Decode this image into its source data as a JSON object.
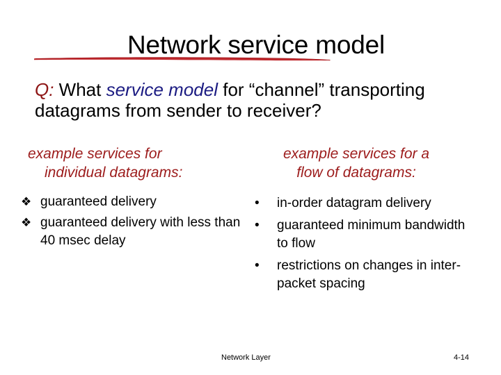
{
  "slide": {
    "title": "Network service model",
    "underline_color": "#C0282D",
    "question": {
      "marker": "Q:",
      "marker_color": "#8E1616",
      "text_before": " What ",
      "emphasis": "service model",
      "emphasis_color": "#1B1B82",
      "text_after": " for  “channel” transporting datagrams from sender to receiver?"
    },
    "columns": [
      {
        "heading_line1": "example services for",
        "heading_line2": "individual datagrams:",
        "heading_color": "#9C1B1B",
        "bullet_glyph": "❖",
        "items": [
          "guaranteed delivery",
          "guaranteed delivery with less than 40 msec delay"
        ]
      },
      {
        "heading_line1": "example services for a",
        "heading_line2": "flow of datagrams:",
        "heading_color": "#9C1B1B",
        "bullet_glyph": "•",
        "items": [
          "in-order datagram delivery",
          "guaranteed minimum bandwidth to flow",
          "restrictions on changes in inter-packet spacing"
        ]
      }
    ],
    "footer": {
      "label": "Network Layer",
      "page": "4-14"
    }
  }
}
